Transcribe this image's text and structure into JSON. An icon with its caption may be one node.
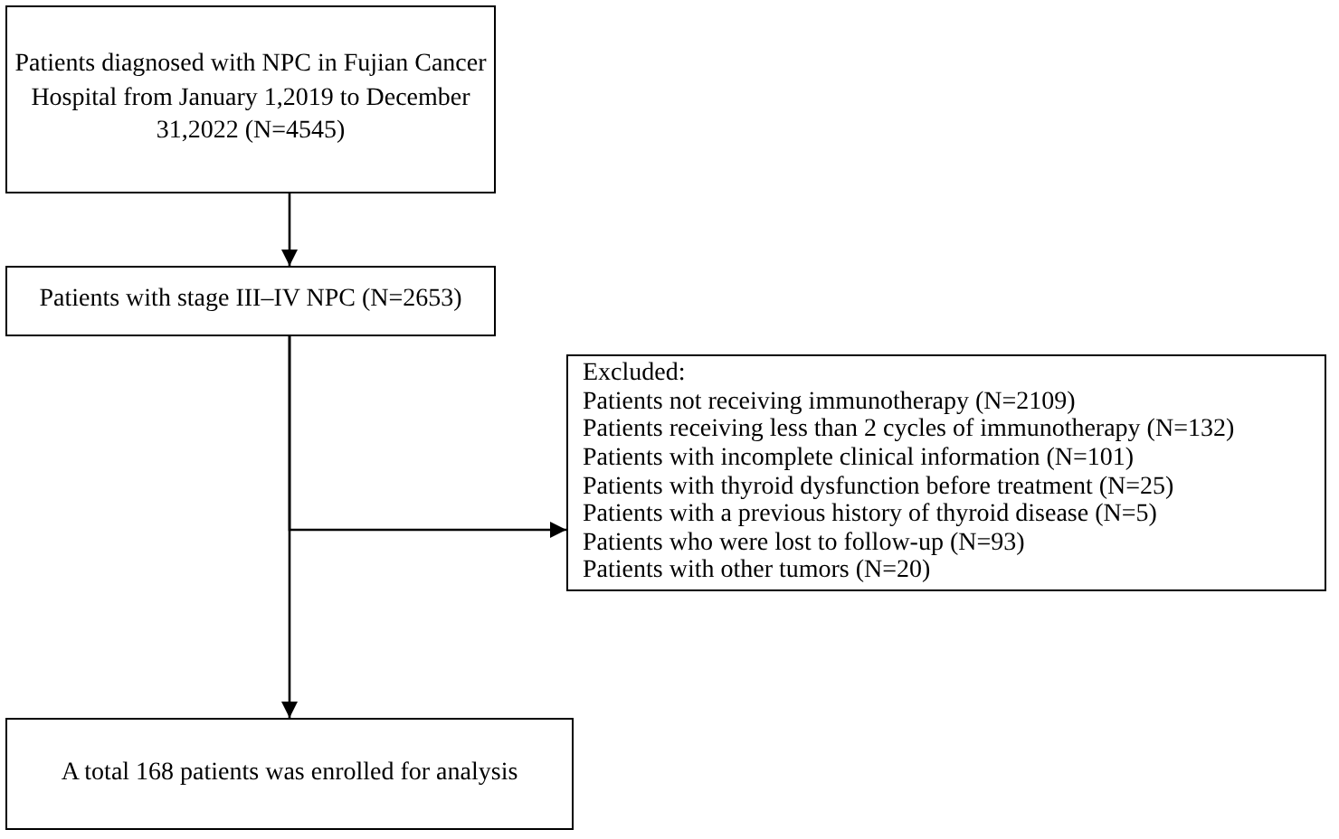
{
  "diagram": {
    "nodes": [
      {
        "text": [
          "Patients diagnosed with  NPC in Fujian Cancer Hospital from January 1,2019 to December 31,2022 (N=4545)"
        ]
      },
      {
        "text": [
          "Patients with stage III–IV NPC (N=2653)"
        ]
      },
      {
        "text": [
          "Excluded:",
          "Patients not receiving immunotherapy (N=2109)",
          "Patients receiving less than 2 cycles of immunotherapy (N=132)",
          "Patients with incomplete clinical information (N=101)",
          "Patients with thyroid dysfunction before treatment (N=25)",
          "Patients with a previous history of thyroid disease (N=5)",
          "Patients who were lost to follow-up (N=93)",
          "Patients with other tumors (N=20)"
        ]
      },
      {
        "text": [
          "A total 168 patients was enrolled for analysis"
        ]
      }
    ],
    "edges": [
      {
        "from": 0,
        "to": 1,
        "arrow": "to"
      },
      {
        "from": 1,
        "to": 2,
        "arrow": "to"
      },
      {
        "from": 1,
        "to": 3,
        "arrow": "to"
      }
    ]
  }
}
